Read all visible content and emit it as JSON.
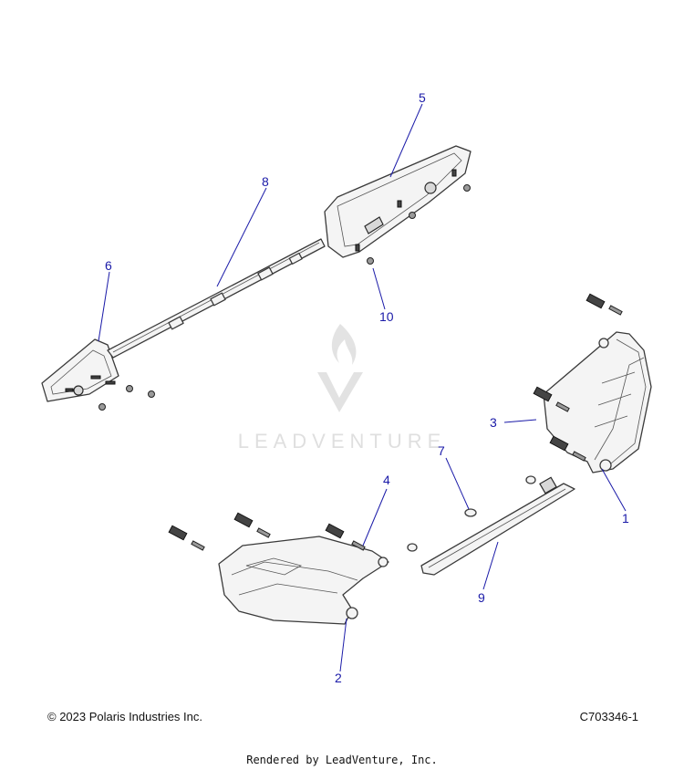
{
  "watermark": {
    "text": "LEADVENTURE"
  },
  "callouts": [
    "1",
    "2",
    "3",
    "4",
    "5",
    "6",
    "7",
    "8",
    "9",
    "10"
  ],
  "footer": {
    "copyright": "© 2023 Polaris Industries Inc.",
    "drawing_id": "C703346-1",
    "rendered_by": "Rendered by LeadVenture, Inc."
  }
}
